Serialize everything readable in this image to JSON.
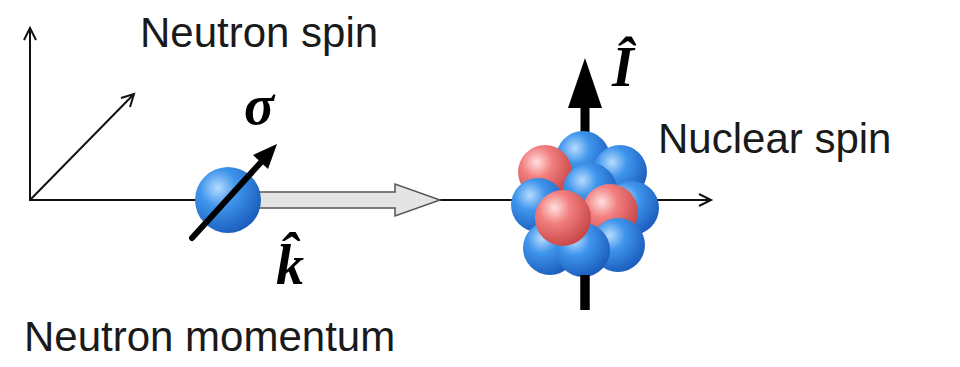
{
  "diagram": {
    "labels": [
      "Neutron spin",
      "σ",
      "Nuclear spin",
      "k̂",
      "Î",
      "Neutron momentum"
    ]
  }
}
